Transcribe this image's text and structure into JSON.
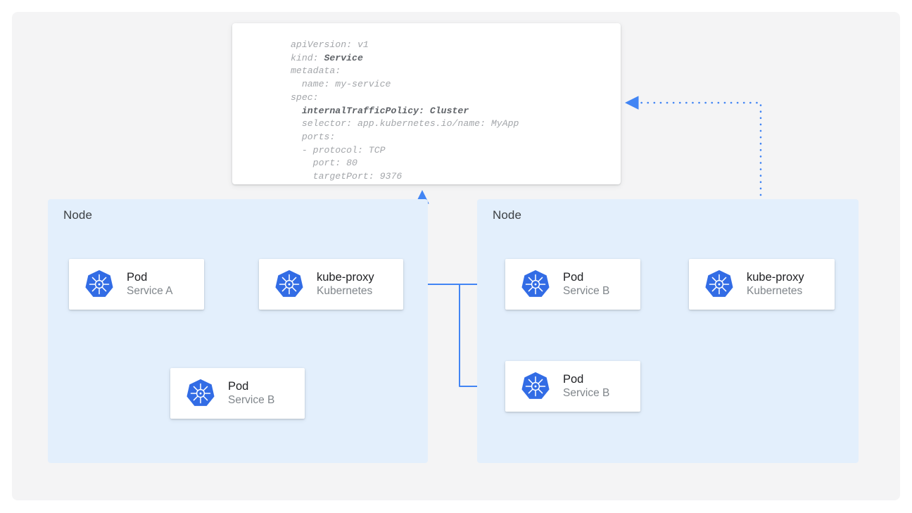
{
  "diagram": {
    "title": "Kubernetes Service internalTrafficPolicy Cluster traffic routing",
    "colors": {
      "page_background": "#ffffff",
      "canvas_background": "#f4f4f5",
      "node_background": "#e3effc",
      "card_background": "#ffffff",
      "arrow_blue": "#4285f4",
      "k8s_logo_blue": "#326ce5",
      "title_text": "#202124",
      "subtitle_text": "#80868b",
      "node_label_text": "#3c4043",
      "code_text": "#a3a6aa",
      "code_bold_text": "#5f6368"
    }
  },
  "manifest": {
    "name": "service-yaml",
    "lines": [
      {
        "text": "apiVersion: v1",
        "bold": false
      },
      {
        "text": "kind: ",
        "bold_suffix": "Service"
      },
      {
        "text": "metadata:",
        "bold": false
      },
      {
        "text": "  name: my-service",
        "bold": false
      },
      {
        "text": "spec:",
        "bold": false
      },
      {
        "text": "  internalTrafficPolicy: Cluster",
        "bold": true
      },
      {
        "text": "  selector: app.kubernetes.io/name: MyApp",
        "bold": false
      },
      {
        "text": "  ports:",
        "bold": false
      },
      {
        "text": "  - protocol: TCP",
        "bold": false
      },
      {
        "text": "    port: 80",
        "bold": false
      },
      {
        "text": "    targetPort: 9376",
        "bold": false
      }
    ],
    "raw": "apiVersion: v1\nkind: Service\nmetadata:\n  name: my-service\nspec:\n  internalTrafficPolicy: Cluster\n  selector: app.kubernetes.io/name: MyApp\n  ports:\n  - protocol: TCP\n    port: 80\n    targetPort: 9376",
    "fields": {
      "apiVersion": "v1",
      "kind": "Service",
      "metadata_name": "my-service",
      "internalTrafficPolicy": "Cluster",
      "selector": "app.kubernetes.io/name: MyApp",
      "protocol": "TCP",
      "port": "80",
      "targetPort": "9376"
    }
  },
  "nodes": [
    {
      "label": "Node",
      "id": "node-left"
    },
    {
      "label": "Node",
      "id": "node-right"
    }
  ],
  "components": {
    "pod_a": {
      "title": "Pod",
      "subtitle": "Service A",
      "icon": "kubernetes-icon"
    },
    "kube_left": {
      "title": "kube-proxy",
      "subtitle": "Kubernetes",
      "icon": "kubernetes-icon"
    },
    "pod_b_left": {
      "title": "Pod",
      "subtitle": "Service B",
      "icon": "kubernetes-icon"
    },
    "pod_b_r1": {
      "title": "Pod",
      "subtitle": "Service B",
      "icon": "kubernetes-icon"
    },
    "pod_b_r2": {
      "title": "Pod",
      "subtitle": "Service B",
      "icon": "kubernetes-icon"
    },
    "kube_right": {
      "title": "kube-proxy",
      "subtitle": "Kubernetes",
      "icon": "kubernetes-icon"
    }
  },
  "connections": [
    {
      "from": "pod_a",
      "to": "kube_left",
      "style": "solid",
      "label": ""
    },
    {
      "from": "kube_left",
      "to": "pod_b_left",
      "style": "solid",
      "label": ""
    },
    {
      "from": "kube_left",
      "to": "pod_b_r1",
      "style": "solid",
      "label": ""
    },
    {
      "from": "kube_left",
      "to": "pod_b_r2",
      "style": "solid",
      "label": ""
    },
    {
      "from": "kube_left",
      "to": "manifest",
      "style": "dotted",
      "label": ""
    },
    {
      "from": "kube_right",
      "to": "manifest",
      "style": "dotted",
      "label": ""
    }
  ]
}
